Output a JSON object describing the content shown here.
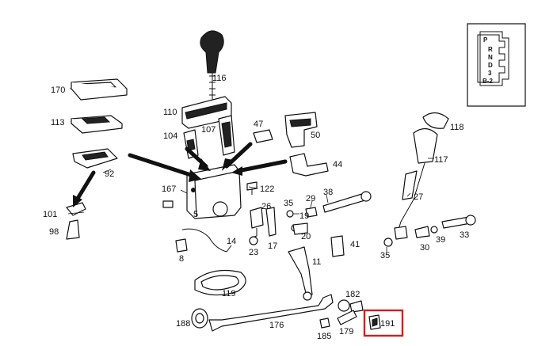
{
  "diagram": {
    "callouts": [
      {
        "id": "116",
        "label": "116"
      },
      {
        "id": "170",
        "label": "170"
      },
      {
        "id": "113",
        "label": "113"
      },
      {
        "id": "110",
        "label": "110"
      },
      {
        "id": "104",
        "label": "104"
      },
      {
        "id": "107",
        "label": "107"
      },
      {
        "id": "47",
        "label": "47"
      },
      {
        "id": "50",
        "label": "50"
      },
      {
        "id": "44",
        "label": "44"
      },
      {
        "id": "92",
        "label": "92"
      },
      {
        "id": "167",
        "label": "167"
      },
      {
        "id": "122",
        "label": "122"
      },
      {
        "id": "5",
        "label": "5"
      },
      {
        "id": "101",
        "label": "101"
      },
      {
        "id": "98",
        "label": "98"
      },
      {
        "id": "35a",
        "label": "35"
      },
      {
        "id": "29",
        "label": "29"
      },
      {
        "id": "38",
        "label": "38"
      },
      {
        "id": "26",
        "label": "26"
      },
      {
        "id": "19",
        "label": "19"
      },
      {
        "id": "20",
        "label": "20"
      },
      {
        "id": "41",
        "label": "41"
      },
      {
        "id": "14",
        "label": "14"
      },
      {
        "id": "23",
        "label": "23"
      },
      {
        "id": "17",
        "label": "17"
      },
      {
        "id": "8",
        "label": "8"
      },
      {
        "id": "11",
        "label": "11"
      },
      {
        "id": "119",
        "label": "119"
      },
      {
        "id": "118",
        "label": "118"
      },
      {
        "id": "117",
        "label": "117"
      },
      {
        "id": "27",
        "label": "27"
      },
      {
        "id": "35b",
        "label": "35"
      },
      {
        "id": "30",
        "label": "30"
      },
      {
        "id": "39",
        "label": "39"
      },
      {
        "id": "33",
        "label": "33"
      },
      {
        "id": "188",
        "label": "188"
      },
      {
        "id": "176",
        "label": "176"
      },
      {
        "id": "182",
        "label": "182"
      },
      {
        "id": "185",
        "label": "185"
      },
      {
        "id": "179",
        "label": "179"
      },
      {
        "id": "191",
        "label": "191"
      }
    ],
    "highlighted_part": "191",
    "highlight_color": "#d21f1f",
    "gate_inset": {
      "positions": [
        "P",
        "R",
        "N",
        "D",
        "3",
        "B-2"
      ]
    }
  }
}
